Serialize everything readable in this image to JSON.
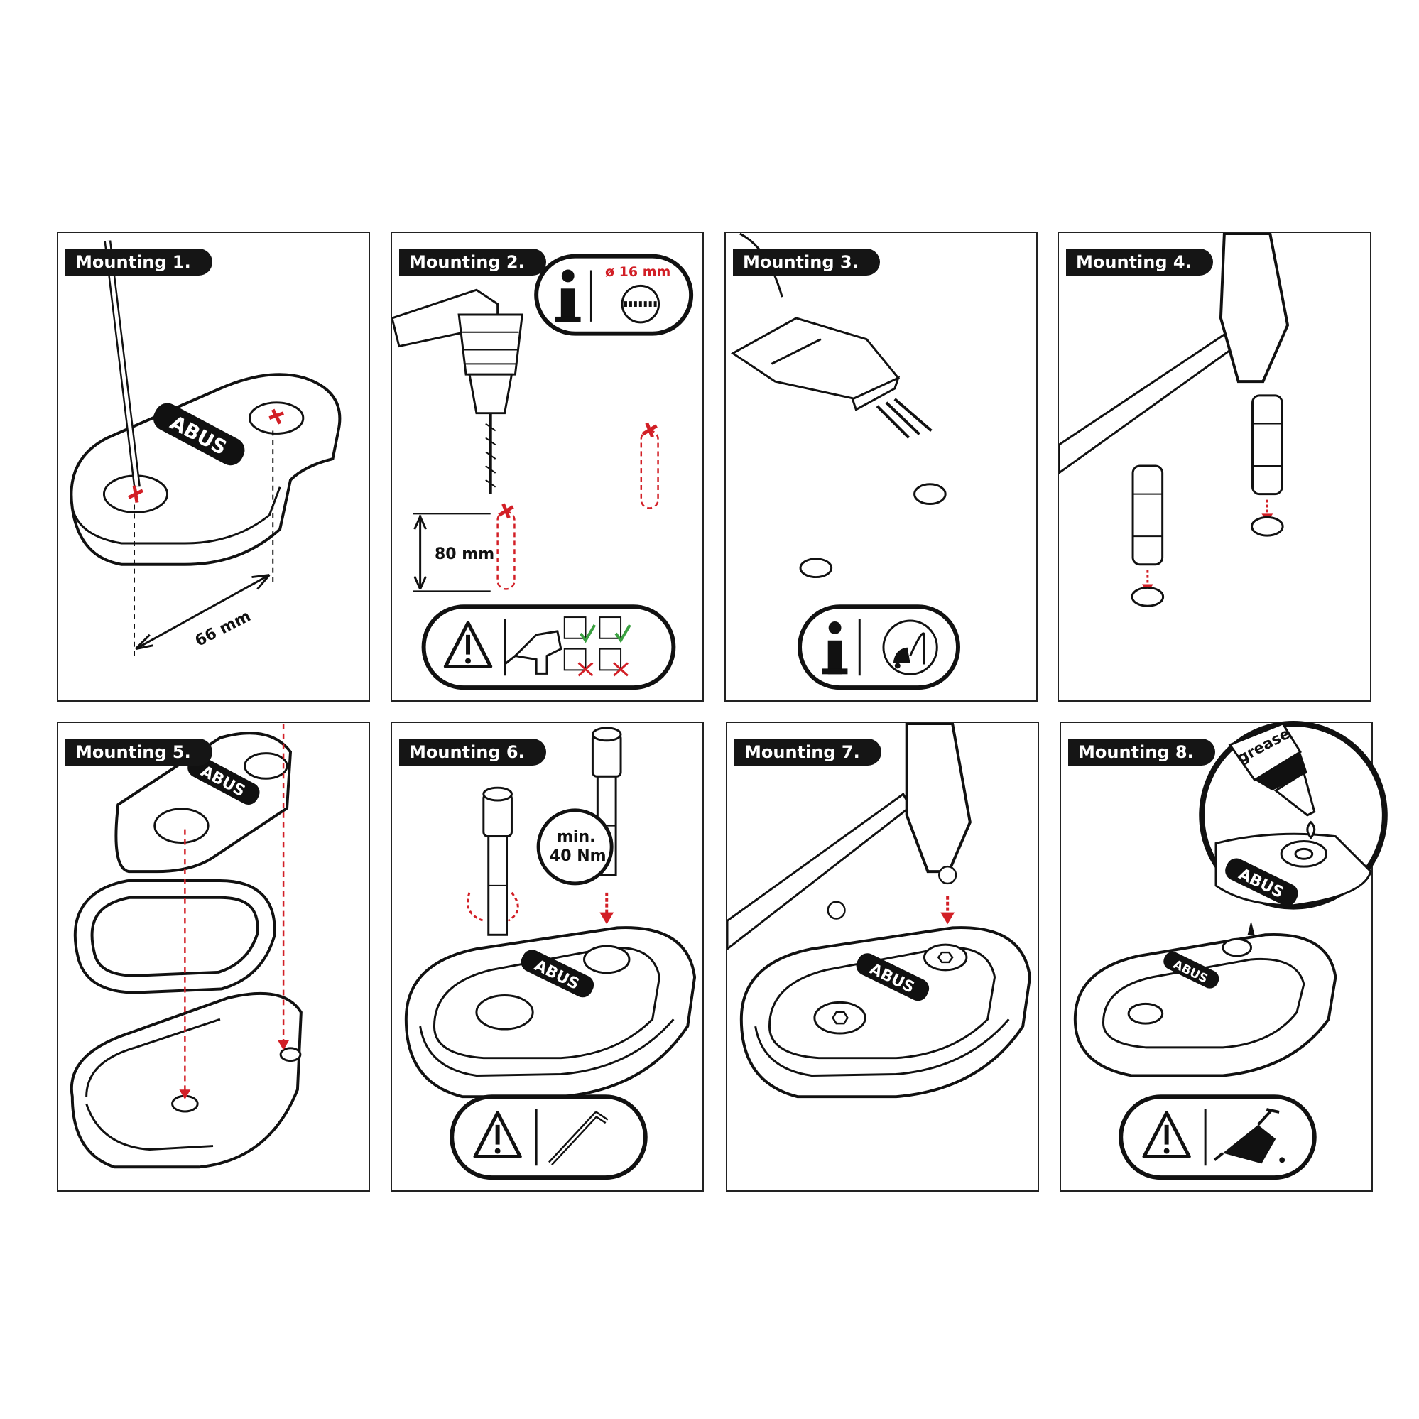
{
  "panels": [
    {
      "label": "Mounting 1.",
      "dimension": "66 mm"
    },
    {
      "label": "Mounting 2.",
      "dimension": "80 mm",
      "drill_diameter": "ø 16 mm"
    },
    {
      "label": "Mounting 3."
    },
    {
      "label": "Mounting 4."
    },
    {
      "label": "Mounting 5."
    },
    {
      "label": "Mounting 6.",
      "torque_line1": "min.",
      "torque_line2": "40 Nm"
    },
    {
      "label": "Mounting 7."
    },
    {
      "label": "Mounting 8.",
      "lubricant": "grease"
    }
  ],
  "brand_logo_text": "ABUS",
  "colors": {
    "accent_red": "#d21f26",
    "line": "#1a1a1a",
    "ok_green": "#3aa040"
  },
  "icons": [
    "info-icon",
    "warning-icon",
    "drill-bit-icon",
    "hammer-drill-icon",
    "vacuum-icon",
    "allen-key-icon",
    "oil-can-icon",
    "screwdriver-icon",
    "hammer-icon"
  ]
}
